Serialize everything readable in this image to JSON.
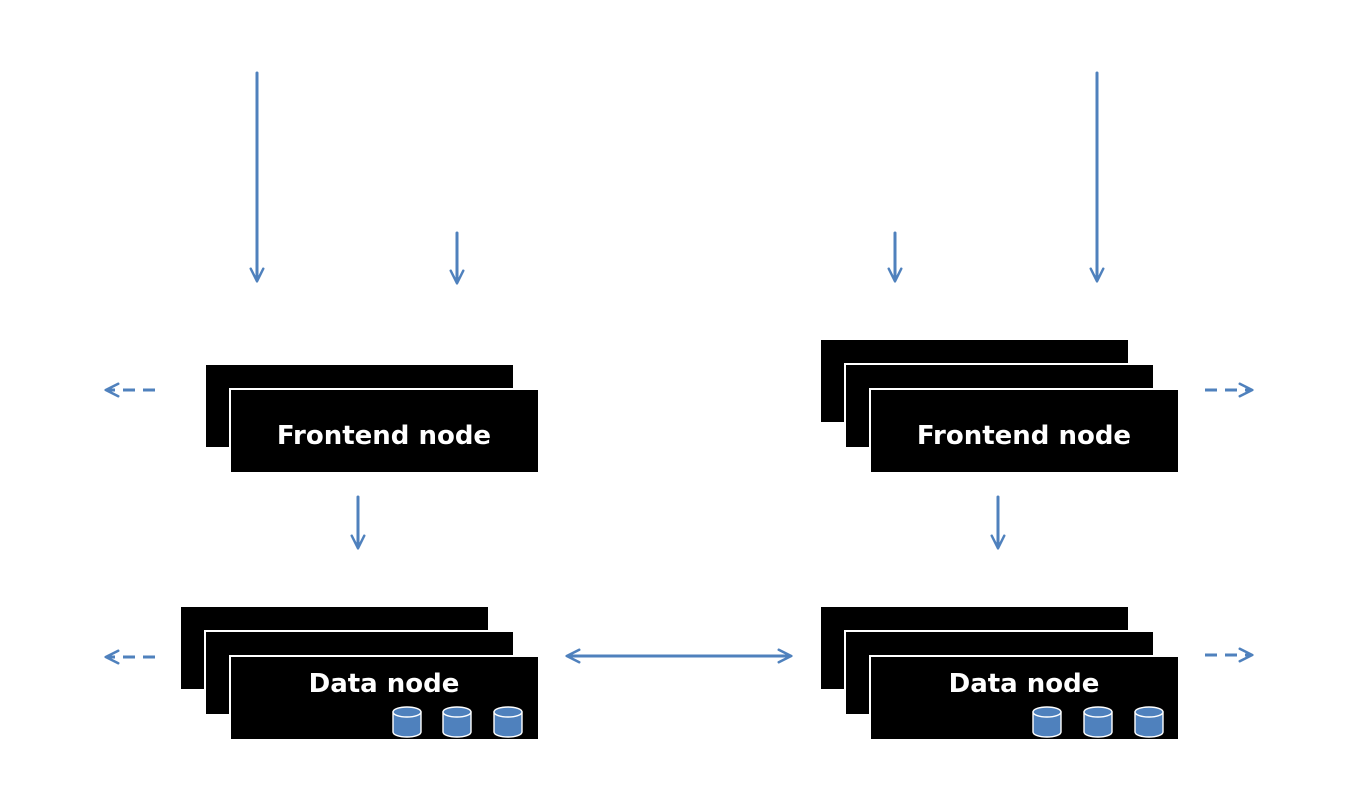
{
  "nodes": {
    "left_frontend": {
      "label": "Frontend node"
    },
    "right_frontend": {
      "label": "Frontend node"
    },
    "left_data": {
      "label": "Data node"
    },
    "right_data": {
      "label": "Data node"
    }
  },
  "colors": {
    "accent": "#4f81bd",
    "box": "#000000",
    "background": "#ffffff"
  },
  "icons": {
    "database": "database-icon"
  }
}
